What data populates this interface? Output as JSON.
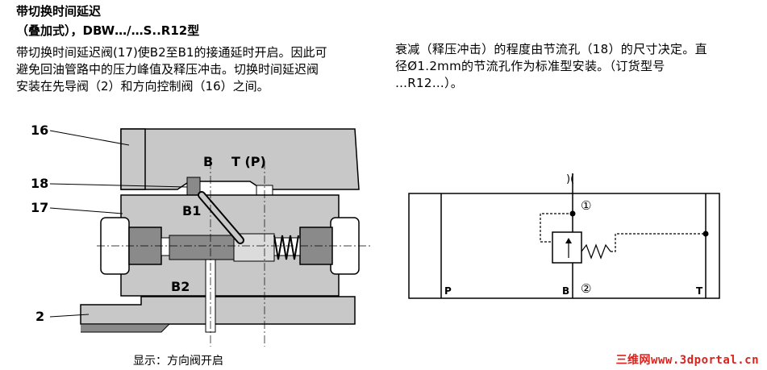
{
  "heading": {
    "line1": "带切换时间延迟",
    "line2": "（叠加式），DBW…/…S..R12型"
  },
  "left_paragraph": [
    "带切换时间延迟阀(17)使B2至B1的接通延时开启。因此可",
    "避免回油管路中的压力峰值及释压冲击。切换时间延迟阀",
    "安装在先导阀（2）和方向控制阀（16）之间。"
  ],
  "right_paragraph": [
    "衰减（释压冲击）的程度由节流孔（18）的尺寸决定。直",
    "径Ø1.2mm的节流孔作为标准型安装。（订货型号",
    "…R12…）。"
  ],
  "drawing": {
    "callouts": [
      "16",
      "18",
      "17",
      "2"
    ],
    "port_labels": {
      "b": "B",
      "t": "T (P)",
      "b1": "B1",
      "b2": "B2"
    }
  },
  "caption": "显示：方向阀开启",
  "schematic": {
    "ports": {
      "p": "P",
      "b": "B",
      "t": "T"
    },
    "markers": {
      "one": "①",
      "two": "②",
      "orifice": ")("
    }
  },
  "watermark": "三维网www.3dportal.cn",
  "colors": {
    "body_gray": "#c8c8c8",
    "dark_gray": "#8a8a8a",
    "watermark": "#d9231d"
  }
}
